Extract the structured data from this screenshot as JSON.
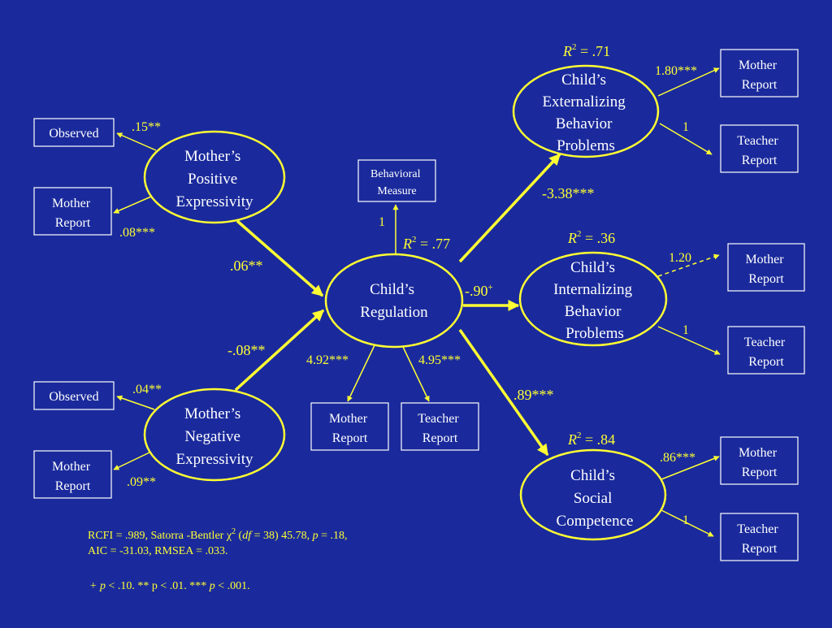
{
  "colors": {
    "background": "#1a2a9c",
    "lines": "#ffff33",
    "text": "#ffffff"
  },
  "latent": {
    "mpe": [
      "Mother’s",
      "Positive",
      "Expressivity"
    ],
    "mne": [
      "Mother’s",
      "Negative",
      "Expressivity"
    ],
    "reg": [
      "Child’s",
      "Regulation"
    ],
    "ext": [
      "Child’s",
      "Externalizing",
      "Behavior",
      "Problems"
    ],
    "int": [
      "Child’s",
      "Internalizing",
      "Behavior",
      "Problems"
    ],
    "soc": [
      "Child’s",
      "Social",
      "Competence"
    ]
  },
  "indicators": {
    "mpe_obs": [
      "Observed"
    ],
    "mpe_mr": [
      "Mother",
      "Report"
    ],
    "mne_obs": [
      "Observed"
    ],
    "mne_mr": [
      "Mother",
      "Report"
    ],
    "beh": [
      "Behavioral",
      "Measure"
    ],
    "reg_mr": [
      "Mother",
      "Report"
    ],
    "reg_tr": [
      "Teacher",
      "Report"
    ],
    "ext_mr": [
      "Mother",
      "Report"
    ],
    "ext_tr": [
      "Teacher",
      "Report"
    ],
    "int_mr": [
      "Mother",
      "Report"
    ],
    "int_tr": [
      "Teacher",
      "Report"
    ],
    "soc_mr": [
      "Mother",
      "Report"
    ],
    "soc_tr": [
      "Teacher",
      "Report"
    ]
  },
  "loadings": {
    "mpe_obs": ".15**",
    "mpe_mr": ".08***",
    "mne_obs": ".04**",
    "mne_mr": ".09**",
    "beh": "1",
    "reg_mr": "4.92***",
    "reg_tr": "4.95***",
    "ext_mr": "1.80***",
    "ext_tr": "1",
    "int_mr": "1.20",
    "int_tr": "1",
    "soc_mr": ".86***",
    "soc_tr": "1"
  },
  "paths": {
    "mpe_reg": ".06**",
    "mne_reg": "-.08**",
    "reg_ext": "-3.38***",
    "reg_int": "-.90",
    "reg_int_sup": "+",
    "reg_soc": ".89***"
  },
  "r_squared": {
    "symbol": "R",
    "exponent": "2",
    "reg": " = .77",
    "ext": " = .71",
    "int": " = .36",
    "soc": " = .84"
  },
  "fit": {
    "line1_a": "RCFI = .989, Satorra -Bentler χ",
    "line1_sup": "2",
    "line1_b": " (",
    "line1_df": "df",
    "line1_c": " = 38) 45.78, ",
    "line1_p": "p",
    "line1_d": " = .18,",
    "line2": "AIC = -31.03, RMSEA = .033."
  },
  "notes": {
    "a1": "+ ",
    "p1": "p",
    "a2": " < .10.  ** p < .01. *** ",
    "p2": "p",
    "a3": " < .001."
  }
}
